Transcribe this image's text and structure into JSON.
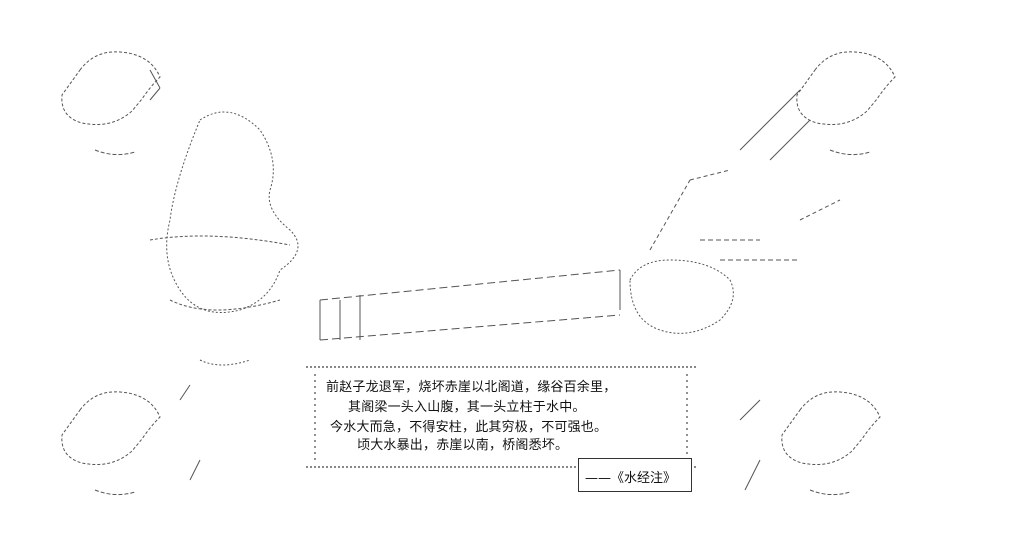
{
  "quote": {
    "lines": [
      "前赵子龙退军，烧坏赤崖以北阁道，缘谷百余里，",
      "其阁梁一头入山腹，其一头立柱于水中。",
      "今水大而急，不得安柱，此其穷极，不可强也。",
      "顷大水暴出，赤崖以南，桥阁悉坏。"
    ],
    "source": "——《水经注》"
  }
}
